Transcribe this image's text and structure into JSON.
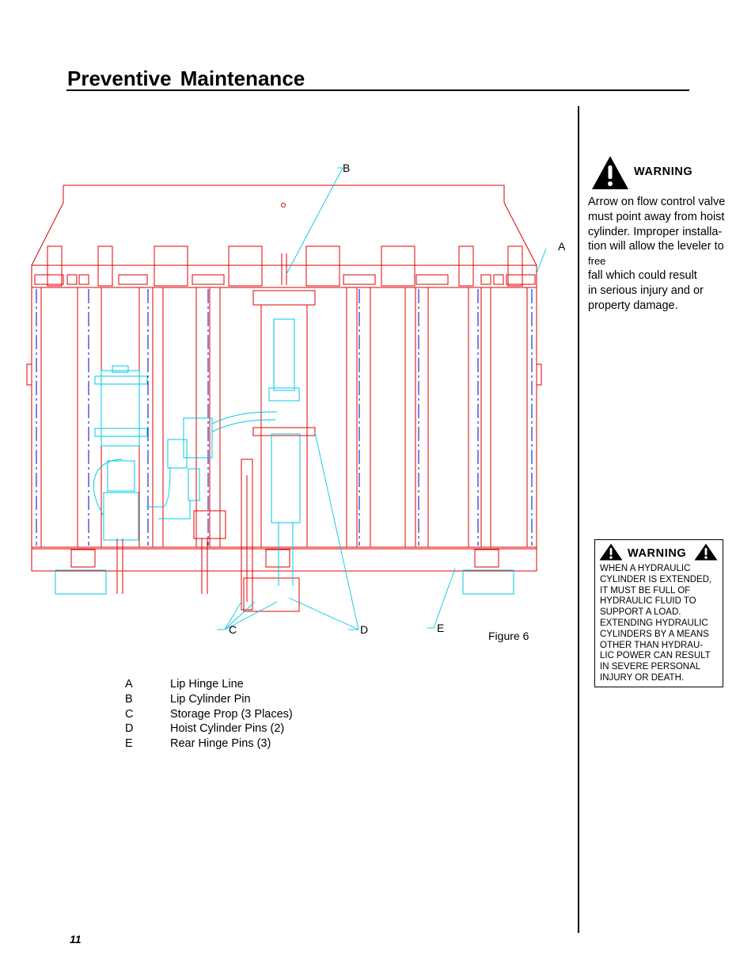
{
  "page": {
    "title": "Preventive  Maintenance",
    "page_number": "11"
  },
  "figure": {
    "caption": "Figure 6",
    "callouts": {
      "a": "A",
      "b": "B",
      "c": "C",
      "d": "D",
      "e": "E"
    }
  },
  "legend": [
    {
      "key": "A",
      "text": "Lip Hinge Line"
    },
    {
      "key": "B",
      "text": "Lip  Cylinder Pin"
    },
    {
      "key": "C",
      "text": "Storage Prop (3 Places)"
    },
    {
      "key": "D",
      "text": "Hoist Cylinder Pins (2)"
    },
    {
      "key": "E",
      "text": "Rear Hinge Pins (3)"
    }
  ],
  "warning_main": {
    "label": "WARNING",
    "lines": [
      "Arrow on flow control valve",
      "must point away from hoist",
      "cylinder.  Improper installa-",
      "tion will allow the leveler to",
      "free",
      "fall which could result",
      "in serious injury and or",
      "property damage."
    ]
  },
  "warning_box": {
    "label": "WARNING",
    "lines": [
      "WHEN A HYDRAULIC",
      "CYLINDER IS EXTENDED,",
      "IT MUST BE FULL OF",
      "HYDRAULIC FLUID TO",
      "SUPPORT A LOAD.",
      "EXTENDING HYDRAULIC",
      "CYLINDERS BY A MEANS",
      "OTHER THAN HYDRAU-",
      "LIC POWER CAN RESULT",
      "IN SEVERE PERSONAL",
      "INJURY OR DEATH."
    ]
  },
  "colors": {
    "structure": "#e00000",
    "hydraulics": "#00c8e8",
    "centerlines": "#0000c0"
  },
  "icons": {
    "warning": "warning-triangle-icon"
  }
}
